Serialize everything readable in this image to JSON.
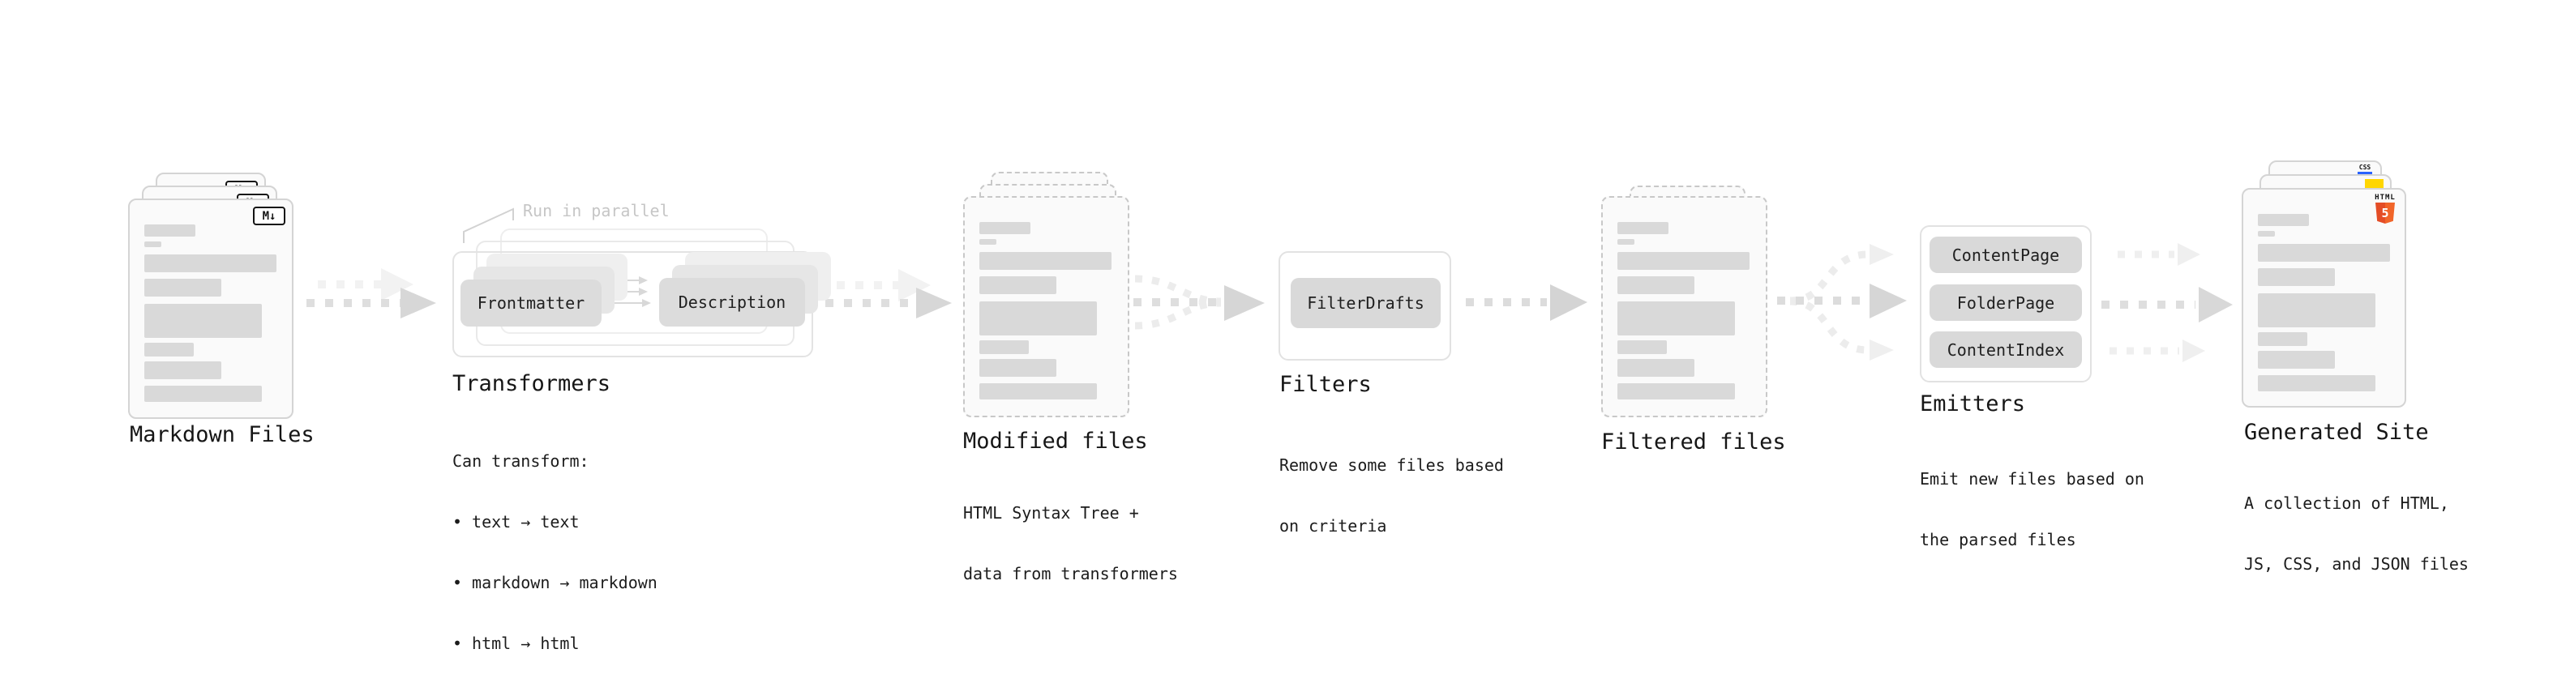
{
  "ui": {
    "bullet_char": "•"
  },
  "icons": {
    "markdown_badge": "M↓",
    "html5_wordmark": "HTML",
    "html5_numeral": "5",
    "css_badge_label": "CSS"
  },
  "colors": {
    "html5_orange": "#e44d26",
    "js_yellow": "#ffd600",
    "css_blue": "#2962ff",
    "skeleton_gray": "#d9d9d9",
    "arrow_gray": "#d9d9d9",
    "pill_gray": "#dcdcdc",
    "annotation_gray": "#c6c6c6"
  },
  "stages": {
    "markdown_files": {
      "label": "Markdown Files"
    },
    "transformers": {
      "label": "Transformers",
      "annotation": "Run in parallel",
      "pills": [
        "Frontmatter",
        "Description"
      ],
      "sub_intro": "Can transform:",
      "bullets": [
        "text → text",
        "markdown → markdown",
        "html → html"
      ]
    },
    "modified_files": {
      "label": "Modified files",
      "sublabel_lines": [
        "HTML Syntax Tree +",
        "data from transformers"
      ]
    },
    "filters": {
      "label": "Filters",
      "pills": [
        "FilterDrafts"
      ],
      "sublabel_lines": [
        "Remove some files based",
        "on criteria"
      ]
    },
    "filtered_files": {
      "label": "Filtered files"
    },
    "emitters": {
      "label": "Emitters",
      "pills": [
        "ContentPage",
        "FolderPage",
        "ContentIndex"
      ],
      "sublabel_lines": [
        "Emit new files based on",
        "the parsed files"
      ]
    },
    "generated_site": {
      "label": "Generated Site",
      "sublabel_lines": [
        "A collection of HTML,",
        "JS, CSS, and JSON files"
      ]
    }
  }
}
